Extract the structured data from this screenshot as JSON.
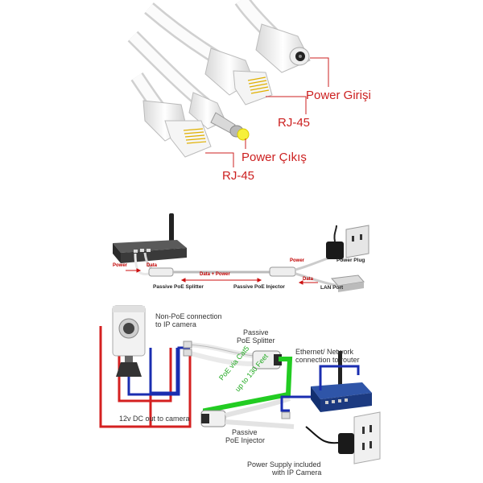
{
  "panel1": {
    "labels": {
      "power_input": "Power Girişi",
      "rj45_top": "RJ-45",
      "power_output": "Power Çıkış",
      "rj45_bottom": "RJ-45"
    }
  },
  "panel2": {
    "labels": {
      "power_left": "Power",
      "data_left": "Data",
      "data_power": "Data + Power",
      "power_plug": "Power Plug",
      "passive_splitter": "Passive PoE Splitter",
      "passive_injector": "Passive PoE Injector",
      "data_right": "Data",
      "power_right": "Power",
      "lan_port": "LAN Port"
    }
  },
  "panel3": {
    "labels": {
      "non_poe_line1": "Non-PoE connection",
      "non_poe_line2": "to IP camera",
      "splitter_line1": "Passive",
      "splitter_line2": "PoE Splitter",
      "ethernet_line1": "Ethernet/ Network",
      "ethernet_line2": "connection to router",
      "poe_via": "PoE via Cat5",
      "up_to": "up to 130 Feet",
      "dc_out": "12v DC out to camera",
      "injector_line1": "Passive",
      "injector_line2": "PoE Injector",
      "supply_line1": "Power Supply included",
      "supply_line2": "with IP Camera"
    },
    "colors": {
      "red": "#d42020",
      "blue": "#1a2db0",
      "green": "#22cc22"
    }
  }
}
